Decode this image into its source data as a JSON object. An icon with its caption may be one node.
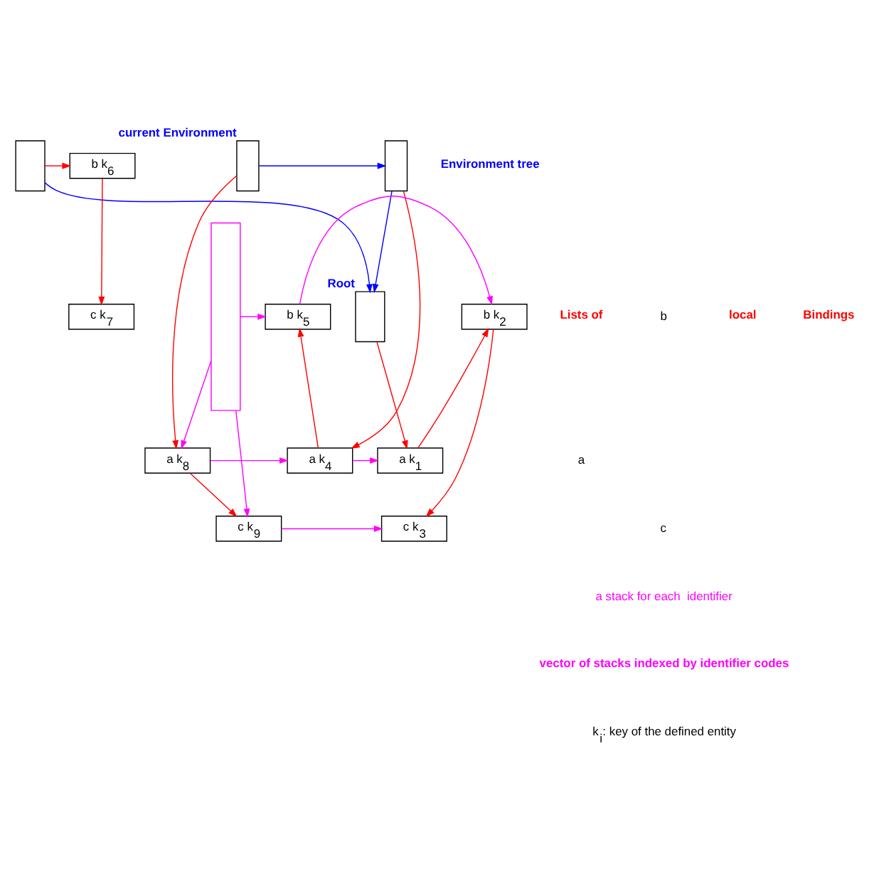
{
  "diagram": {
    "nodes": [
      {
        "text": [],
        "shape": "box"
      },
      {
        "text": [
          "b k$_{6}$"
        ]
      },
      {
        "text": [],
        "shape": "box",
        "beside": [
          "Root"
        ]
      },
      {
        "text": [
          "c k$_{7}$"
        ]
      },
      {
        "text": [],
        "shape": "box",
        "beside": [
          "current Environment"
        ]
      },
      {
        "text": [],
        "shape": "box"
      },
      {
        "text": [],
        "shape": "box"
      },
      {
        "text": [
          "a k$_{8}$"
        ]
      },
      {
        "text": [
          "a k$_{4}$"
        ]
      },
      {
        "text": [
          "a k$_{1}$"
        ]
      },
      {
        "text": [
          "b k$_{5}$"
        ]
      },
      {
        "text": [
          "b k$_{2}$"
        ]
      },
      {
        "text": [
          "c k$_{9}$"
        ]
      },
      {
        "text": [
          "c k$_{3}$"
        ]
      }
    ],
    "edges": [
      {
        "from": 0,
        "to": 1,
        "arrow": "to"
      },
      {
        "from": 1,
        "to": 3,
        "arrow": "to"
      },
      {
        "from": 0,
        "to": 2,
        "arrow": "to",
        "color": "#0000ff"
      },
      {
        "from": 4,
        "to": 5,
        "arrow": "to",
        "color": "#0000ff"
      },
      {
        "from": 5,
        "to": 2,
        "arrow": "to",
        "color": "#0000ff"
      },
      {
        "from": 2,
        "to": 9,
        "arrow": "to"
      },
      {
        "from": 5,
        "to": 8,
        "arrow": "to"
      },
      {
        "from": 4,
        "to": 7,
        "arrow": "to"
      },
      {
        "from": 6,
        "to": 7,
        "arrow": "to",
        "color": "#ff00ff"
      },
      {
        "from": 7,
        "to": 8,
        "arrow": "to",
        "color": "#ff00ff"
      },
      {
        "from": 8,
        "to": 9,
        "arrow": "to",
        "color": "#ff00ff"
      },
      {
        "from": 6,
        "to": 10,
        "arrow": "to",
        "color": "#ff00ff"
      },
      {
        "from": 10,
        "to": 11,
        "arrow": "to",
        "color": "#ff00ff"
      },
      {
        "from": 6,
        "to": 12,
        "arrow": "to",
        "color": "#ff00ff"
      },
      {
        "from": 12,
        "to": 13,
        "arrow": "to",
        "color": "#ff00ff"
      },
      {
        "from": 7,
        "to": 12,
        "arrow": "to"
      },
      {
        "from": 8,
        "to": 10,
        "arrow": "to"
      },
      {
        "from": 9,
        "to": 11,
        "arrow": "to"
      },
      {
        "from": 11,
        "to": 13,
        "arrow": "to"
      }
    ],
    "labels": [
      "Environment tree",
      "Lists of",
      "local",
      "Bindings",
      "a",
      "b",
      "c",
      "a stack for each  identifier",
      "vector of stacks indexed by identifier codes",
      "k$_{i}$: key of the defined entity"
    ]
  }
}
